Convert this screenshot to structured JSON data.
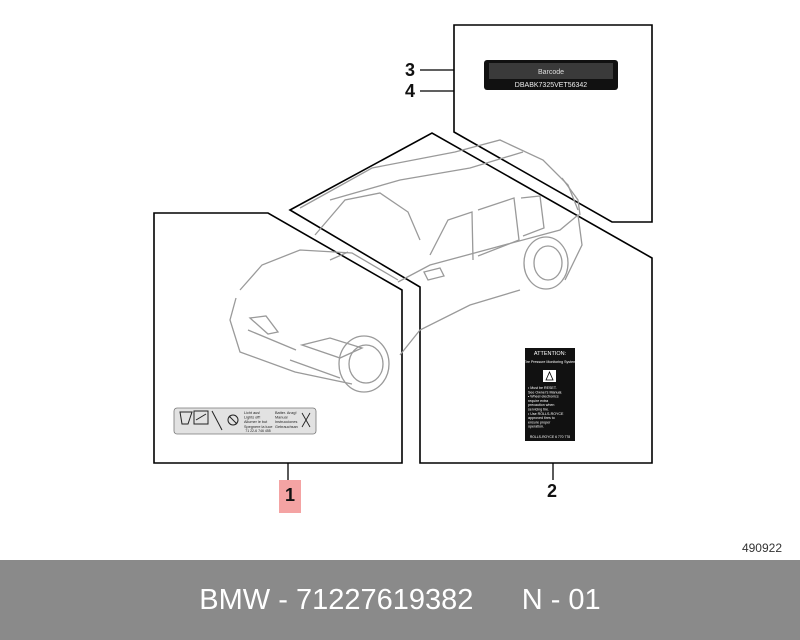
{
  "callouts": [
    "1",
    "2",
    "3",
    "4"
  ],
  "label_barcode": {
    "top_text": "Barcode",
    "code_text": "DBABK7325VET56342"
  },
  "label_tpms": {
    "header": "ATTENTION:",
    "title": "Tire Pressure Monitoring System",
    "body": [
      "• Must be RESET.",
      "  See Owner's Manual.",
      "• Wheel electronics",
      "  require extra",
      "  precaution when",
      "  servicing tire.",
      "• Use ROLLS-ROYCE",
      "  approved tires to",
      "  ensure proper",
      "  operation."
    ],
    "footer": "ROLLS-ROYCE 6 770 778"
  },
  "label_battery": {
    "col1": [
      "Licht aus!",
      "Lights off!",
      "Allumer le but",
      "Spegnere la luce"
    ],
    "col2": [
      "Batter. Anzg!",
      "Manual",
      "Instrucciones",
      "Gebrauchsan"
    ],
    "part_number": "71 22-6 746 455"
  },
  "ref_number": "490922",
  "footer": {
    "brand": "BMW",
    "separator": " - ",
    "part_number": "71227619382",
    "position": "N - 01"
  },
  "colors": {
    "highlight": "#f4a3a3",
    "footer_bg": "#8a8a8a"
  }
}
